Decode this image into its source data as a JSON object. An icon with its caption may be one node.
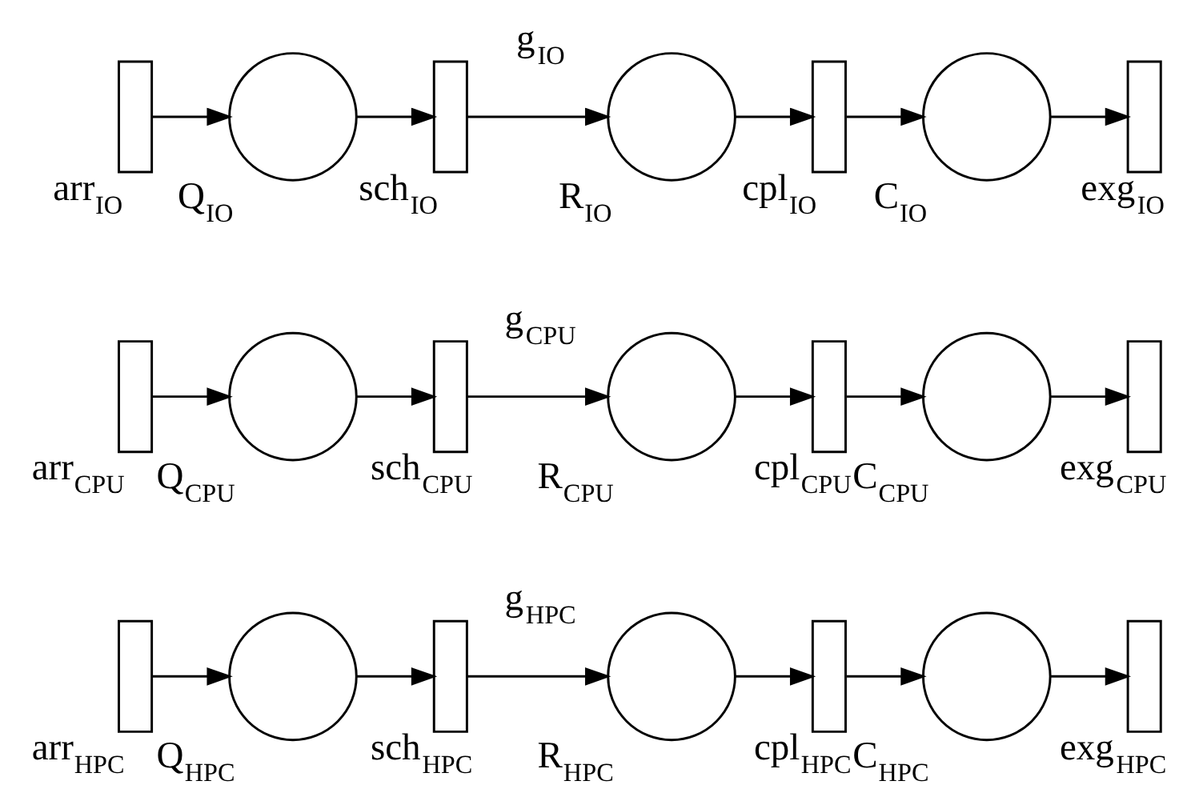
{
  "diagram": {
    "nodes": [
      {
        "text": [],
        "shape": "bar",
        "beside": [
          "arr$_{IO}$"
        ]
      },
      {
        "text": [],
        "shape": "circle",
        "beside": [
          "Q$_{IO}$"
        ]
      },
      {
        "text": [],
        "shape": "bar",
        "beside": [
          "sch$_{IO}$"
        ]
      },
      {
        "text": [],
        "shape": "circle",
        "beside": [
          "R$_{IO}$"
        ]
      },
      {
        "text": [],
        "shape": "bar",
        "beside": [
          "cpl$_{IO}$"
        ]
      },
      {
        "text": [],
        "shape": "circle",
        "beside": [
          "C$_{IO}$"
        ]
      },
      {
        "text": [],
        "shape": "bar",
        "beside": [
          "exg$_{IO}$"
        ]
      },
      {
        "text": [],
        "shape": "bar",
        "beside": [
          "arr$_{CPU}$"
        ]
      },
      {
        "text": [],
        "shape": "circle",
        "beside": [
          "Q$_{CPU}$"
        ]
      },
      {
        "text": [],
        "shape": "bar",
        "beside": [
          "sch$_{CPU}$"
        ]
      },
      {
        "text": [],
        "shape": "circle",
        "beside": [
          "R$_{CPU}$"
        ]
      },
      {
        "text": [],
        "shape": "bar",
        "beside": [
          "cpl$_{CPU}$"
        ]
      },
      {
        "text": [],
        "shape": "circle",
        "beside": [
          "C$_{CPU}$"
        ]
      },
      {
        "text": [],
        "shape": "bar",
        "beside": [
          "exg$_{CPU}$"
        ]
      },
      {
        "text": [],
        "shape": "bar",
        "beside": [
          "arr$_{HPC}$"
        ]
      },
      {
        "text": [],
        "shape": "circle",
        "beside": [
          "Q$_{HPC}$"
        ]
      },
      {
        "text": [],
        "shape": "bar",
        "beside": [
          "sch$_{HPC}$"
        ]
      },
      {
        "text": [],
        "shape": "circle",
        "beside": [
          "R$_{HPC}$"
        ]
      },
      {
        "text": [],
        "shape": "bar",
        "beside": [
          "cpl$_{HPC}$"
        ]
      },
      {
        "text": [],
        "shape": "circle",
        "beside": [
          "C$_{HPC}$"
        ]
      },
      {
        "text": [],
        "shape": "bar",
        "beside": [
          "exg$_{HPC}$"
        ]
      }
    ],
    "edges": [
      {
        "from": 0,
        "to": 1,
        "arrow": "to"
      },
      {
        "from": 1,
        "to": 2,
        "arrow": "to"
      },
      {
        "from": 2,
        "to": 3,
        "arrow": "to",
        "label": "g$_{IO}$"
      },
      {
        "from": 3,
        "to": 4,
        "arrow": "to"
      },
      {
        "from": 4,
        "to": 5,
        "arrow": "to"
      },
      {
        "from": 5,
        "to": 6,
        "arrow": "to"
      },
      {
        "from": 7,
        "to": 8,
        "arrow": "to"
      },
      {
        "from": 8,
        "to": 9,
        "arrow": "to"
      },
      {
        "from": 9,
        "to": 10,
        "arrow": "to",
        "label": "g$_{CPU}$"
      },
      {
        "from": 10,
        "to": 11,
        "arrow": "to"
      },
      {
        "from": 11,
        "to": 12,
        "arrow": "to"
      },
      {
        "from": 12,
        "to": 13,
        "arrow": "to"
      },
      {
        "from": 14,
        "to": 15,
        "arrow": "to"
      },
      {
        "from": 15,
        "to": 16,
        "arrow": "to"
      },
      {
        "from": 16,
        "to": 17,
        "arrow": "to",
        "label": "g$_{HPC}$"
      },
      {
        "from": 17,
        "to": 18,
        "arrow": "to"
      },
      {
        "from": 18,
        "to": 19,
        "arrow": "to"
      },
      {
        "from": 19,
        "to": 20,
        "arrow": "to"
      }
    ]
  }
}
